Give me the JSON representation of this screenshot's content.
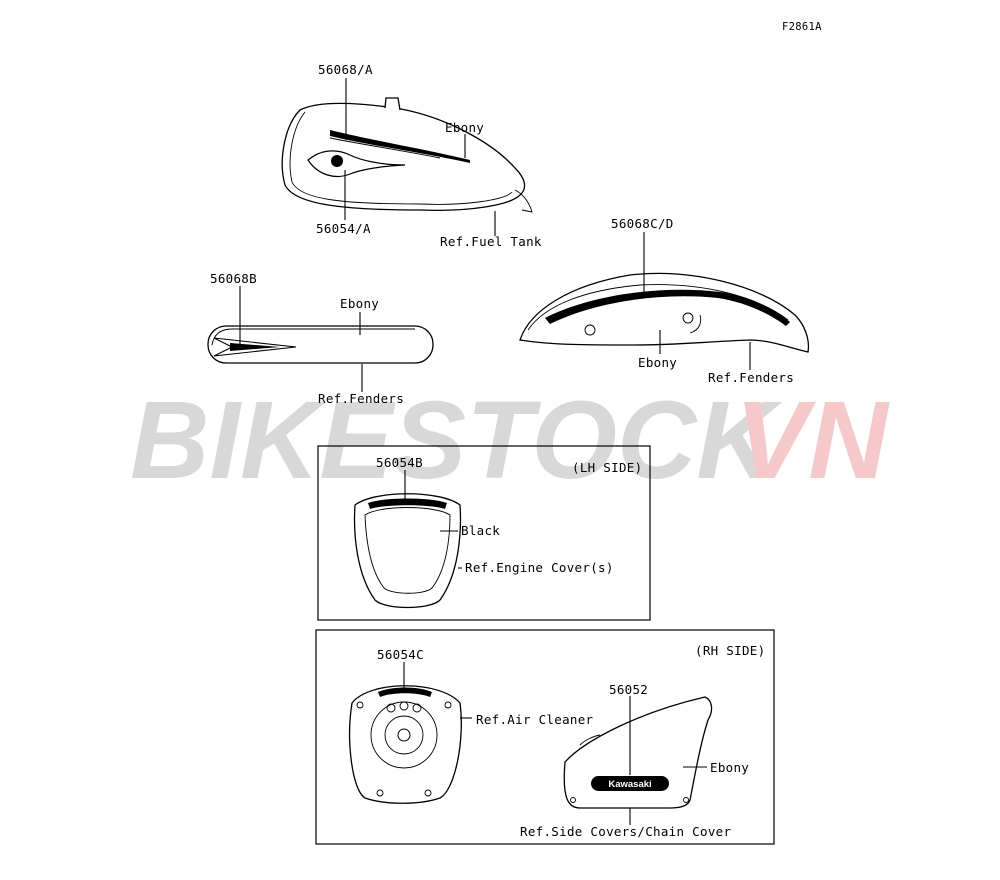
{
  "figure_code": "F2861A",
  "watermark": {
    "left": "BIKESTOCK",
    "right": "VN",
    "left_color": "#d8d8d8",
    "right_color": "#f5c9c9"
  },
  "fuel_tank": {
    "part_upper": "56068/A",
    "part_lower": "56054/A",
    "color": "Ebony",
    "ref": "Ref.Fuel Tank"
  },
  "front_fender": {
    "part": "56068B",
    "color": "Ebony",
    "ref": "Ref.Fenders"
  },
  "rear_fender": {
    "part": "56068C/D",
    "color": "Ebony",
    "ref": "Ref.Fenders"
  },
  "lh_side": {
    "title": "(LH SIDE)",
    "part": "56054B",
    "color": "Black",
    "ref": "Ref.Engine Cover(s)"
  },
  "rh_side": {
    "title": "(RH SIDE)",
    "air_cleaner": {
      "part": "56054C",
      "ref": "Ref.Air Cleaner"
    },
    "side_cover": {
      "part": "56052",
      "badge": "Kawasaki",
      "color": "Ebony",
      "ref": "Ref.Side Covers/Chain Cover"
    }
  }
}
